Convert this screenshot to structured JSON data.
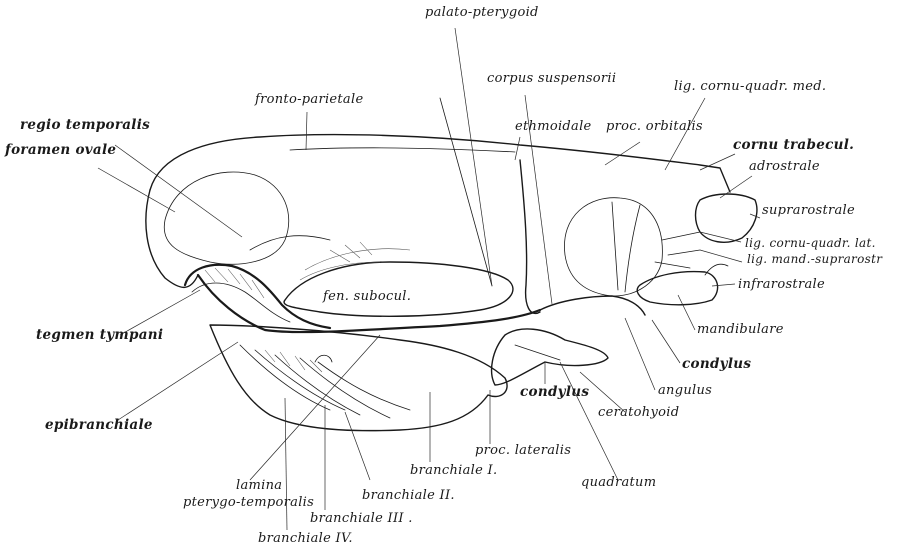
{
  "labels": {
    "palato_pterygoid": "palato-pterygoid",
    "corpus_suspensorii": "corpus suspensorii",
    "lig_cornu_quadr_med": "lig. cornu-quadr. med.",
    "fronto_parietale": "fronto-parietale",
    "regio_temporalis": "regio temporalis",
    "foramen_ovale": "foramen ovale",
    "ethmoidale": "ethmoidale",
    "proc_orbitalis": "proc. orbitalis",
    "cornu_trabecul": "cornu trabecul.",
    "adrostrale": "adrostrale",
    "suprarostrale": "suprarostrale",
    "lig_cornu_quadr_lat": "lig. cornu-quadr. lat.",
    "lig_mand_suprarostr": "lig. mand.-suprarostr",
    "infrarostrale": "infrarostrale",
    "fen_subocul": "fen. subocul.",
    "tegmen_tympani": "tegmen tympani",
    "mandibulare": "mandibulare",
    "condylus_right": "condylus",
    "angulus": "angulus",
    "condylus_mid": "condylus",
    "ceratohyoid": "ceratohyoid",
    "epibranchiale": "epibranchiale",
    "proc_lateralis": "proc. lateralis",
    "quadratum": "quadratum",
    "branchiale_I": "branchiale I.",
    "lamina": "lamina",
    "pterygo_temporalis": "pterygo-temporalis",
    "branchiale_II": "branchiale II.",
    "branchiale_III": "branchiale III .",
    "branchiale_IV": "branchiale IV."
  }
}
